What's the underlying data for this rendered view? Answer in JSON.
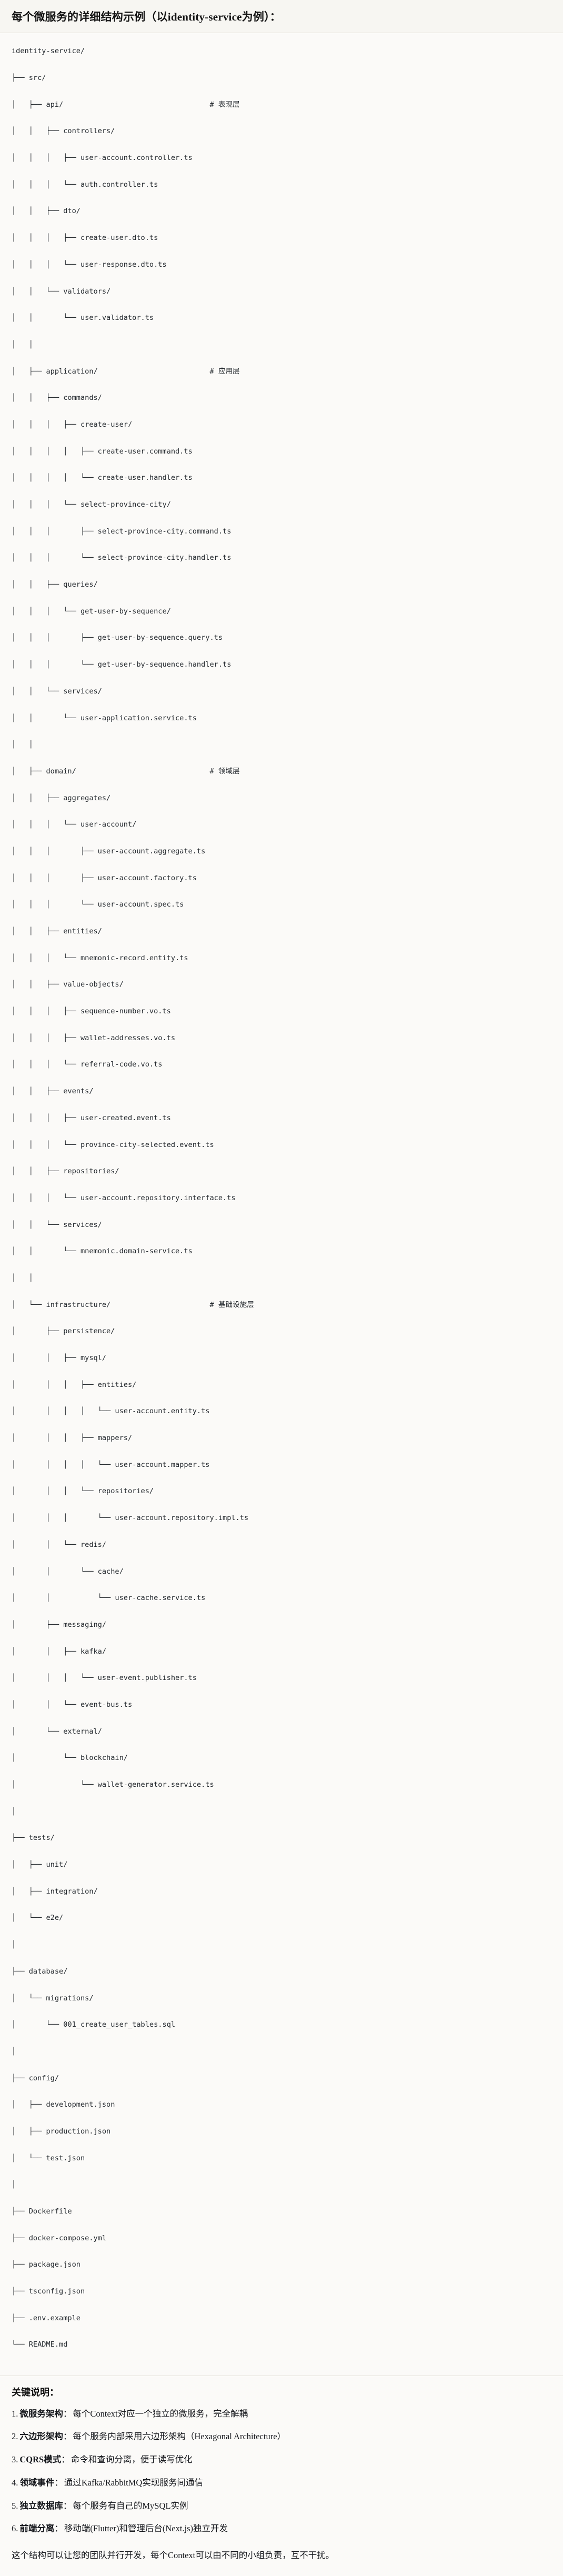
{
  "header": {
    "title": "每个微服务的详细结构示例（以identity-service为例）："
  },
  "tree": {
    "root": "identity-service/",
    "lines": [
      {
        "path": "identity-service/",
        "comment": ""
      },
      {
        "path": "├── src/",
        "comment": ""
      },
      {
        "path": "│   ├── api/",
        "comment": "# 表现层"
      },
      {
        "path": "│   │   ├── controllers/",
        "comment": ""
      },
      {
        "path": "│   │   │   ├── user-account.controller.ts",
        "comment": ""
      },
      {
        "path": "│   │   │   └── auth.controller.ts",
        "comment": ""
      },
      {
        "path": "│   │   ├── dto/",
        "comment": ""
      },
      {
        "path": "│   │   │   ├── create-user.dto.ts",
        "comment": ""
      },
      {
        "path": "│   │   │   └── user-response.dto.ts",
        "comment": ""
      },
      {
        "path": "│   │   └── validators/",
        "comment": ""
      },
      {
        "path": "│   │       └── user.validator.ts",
        "comment": ""
      },
      {
        "path": "│   │",
        "comment": ""
      },
      {
        "path": "│   ├── application/",
        "comment": "# 应用层"
      },
      {
        "path": "│   │   ├── commands/",
        "comment": ""
      },
      {
        "path": "│   │   │   ├── create-user/",
        "comment": ""
      },
      {
        "path": "│   │   │   │   ├── create-user.command.ts",
        "comment": ""
      },
      {
        "path": "│   │   │   │   └── create-user.handler.ts",
        "comment": ""
      },
      {
        "path": "│   │   │   └── select-province-city/",
        "comment": ""
      },
      {
        "path": "│   │   │       ├── select-province-city.command.ts",
        "comment": ""
      },
      {
        "path": "│   │   │       └── select-province-city.handler.ts",
        "comment": ""
      },
      {
        "path": "│   │   ├── queries/",
        "comment": ""
      },
      {
        "path": "│   │   │   └── get-user-by-sequence/",
        "comment": ""
      },
      {
        "path": "│   │   │       ├── get-user-by-sequence.query.ts",
        "comment": ""
      },
      {
        "path": "│   │   │       └── get-user-by-sequence.handler.ts",
        "comment": ""
      },
      {
        "path": "│   │   └── services/",
        "comment": ""
      },
      {
        "path": "│   │       └── user-application.service.ts",
        "comment": ""
      },
      {
        "path": "│   │",
        "comment": ""
      },
      {
        "path": "│   ├── domain/",
        "comment": "# 领域层"
      },
      {
        "path": "│   │   ├── aggregates/",
        "comment": ""
      },
      {
        "path": "│   │   │   └── user-account/",
        "comment": ""
      },
      {
        "path": "│   │   │       ├── user-account.aggregate.ts",
        "comment": ""
      },
      {
        "path": "│   │   │       ├── user-account.factory.ts",
        "comment": ""
      },
      {
        "path": "│   │   │       └── user-account.spec.ts",
        "comment": ""
      },
      {
        "path": "│   │   ├── entities/",
        "comment": ""
      },
      {
        "path": "│   │   │   └── mnemonic-record.entity.ts",
        "comment": ""
      },
      {
        "path": "│   │   ├── value-objects/",
        "comment": ""
      },
      {
        "path": "│   │   │   ├── sequence-number.vo.ts",
        "comment": ""
      },
      {
        "path": "│   │   │   ├── wallet-addresses.vo.ts",
        "comment": ""
      },
      {
        "path": "│   │   │   └── referral-code.vo.ts",
        "comment": ""
      },
      {
        "path": "│   │   ├── events/",
        "comment": ""
      },
      {
        "path": "│   │   │   ├── user-created.event.ts",
        "comment": ""
      },
      {
        "path": "│   │   │   └── province-city-selected.event.ts",
        "comment": ""
      },
      {
        "path": "│   │   ├── repositories/",
        "comment": ""
      },
      {
        "path": "│   │   │   └── user-account.repository.interface.ts",
        "comment": ""
      },
      {
        "path": "│   │   └── services/",
        "comment": ""
      },
      {
        "path": "│   │       └── mnemonic.domain-service.ts",
        "comment": ""
      },
      {
        "path": "│   │",
        "comment": ""
      },
      {
        "path": "│   └── infrastructure/",
        "comment": "# 基础设施层"
      },
      {
        "path": "│       ├── persistence/",
        "comment": ""
      },
      {
        "path": "│       │   ├── mysql/",
        "comment": ""
      },
      {
        "path": "│       │   │   ├── entities/",
        "comment": ""
      },
      {
        "path": "│       │   │   │   └── user-account.entity.ts",
        "comment": ""
      },
      {
        "path": "│       │   │   ├── mappers/",
        "comment": ""
      },
      {
        "path": "│       │   │   │   └── user-account.mapper.ts",
        "comment": ""
      },
      {
        "path": "│       │   │   └── repositories/",
        "comment": ""
      },
      {
        "path": "│       │   │       └── user-account.repository.impl.ts",
        "comment": ""
      },
      {
        "path": "│       │   └── redis/",
        "comment": ""
      },
      {
        "path": "│       │       └── cache/",
        "comment": ""
      },
      {
        "path": "│       │           └── user-cache.service.ts",
        "comment": ""
      },
      {
        "path": "│       ├── messaging/",
        "comment": ""
      },
      {
        "path": "│       │   ├── kafka/",
        "comment": ""
      },
      {
        "path": "│       │   │   └── user-event.publisher.ts",
        "comment": ""
      },
      {
        "path": "│       │   └── event-bus.ts",
        "comment": ""
      },
      {
        "path": "│       └── external/",
        "comment": ""
      },
      {
        "path": "│           └── blockchain/",
        "comment": ""
      },
      {
        "path": "│               └── wallet-generator.service.ts",
        "comment": ""
      },
      {
        "path": "│",
        "comment": ""
      },
      {
        "path": "├── tests/",
        "comment": ""
      },
      {
        "path": "│   ├── unit/",
        "comment": ""
      },
      {
        "path": "│   ├── integration/",
        "comment": ""
      },
      {
        "path": "│   └── e2e/",
        "comment": ""
      },
      {
        "path": "│",
        "comment": ""
      },
      {
        "path": "├── database/",
        "comment": ""
      },
      {
        "path": "│   └── migrations/",
        "comment": ""
      },
      {
        "path": "│       └── 001_create_user_tables.sql",
        "comment": ""
      },
      {
        "path": "│",
        "comment": ""
      },
      {
        "path": "├── config/",
        "comment": ""
      },
      {
        "path": "│   ├── development.json",
        "comment": ""
      },
      {
        "path": "│   ├── production.json",
        "comment": ""
      },
      {
        "path": "│   └── test.json",
        "comment": ""
      },
      {
        "path": "│",
        "comment": ""
      },
      {
        "path": "├── Dockerfile",
        "comment": ""
      },
      {
        "path": "├── docker-compose.yml",
        "comment": ""
      },
      {
        "path": "├── package.json",
        "comment": ""
      },
      {
        "path": "├── tsconfig.json",
        "comment": ""
      },
      {
        "path": "├── .env.example",
        "comment": ""
      },
      {
        "path": "└── README.md",
        "comment": ""
      }
    ],
    "comment_column": 46
  },
  "notes": {
    "title": "关键说明：",
    "items": [
      {
        "num": "1.",
        "term": "微服务架构",
        "sep": "：",
        "desc": "每个Context对应一个独立的微服务，完全解耦"
      },
      {
        "num": "2.",
        "term": "六边形架构",
        "sep": "：",
        "desc": "每个服务内部采用六边形架构（Hexagonal Architecture）"
      },
      {
        "num": "3.",
        "term": "CQRS模式",
        "sep": "：",
        "desc": "命令和查询分离，便于读写优化"
      },
      {
        "num": "4.",
        "term": "领域事件",
        "sep": "：",
        "desc": "通过Kafka/RabbitMQ实现服务间通信"
      },
      {
        "num": "5.",
        "term": "独立数据库",
        "sep": "：",
        "desc": "每个服务有自己的MySQL实例"
      },
      {
        "num": "6.",
        "term": "前端分离",
        "sep": "：",
        "desc": "移动端(Flutter)和管理后台(Next.js)独立开发"
      }
    ],
    "closing": "这个结构可以让您的团队并行开发，每个Context可以由不同的小组负责，互不干扰。"
  }
}
